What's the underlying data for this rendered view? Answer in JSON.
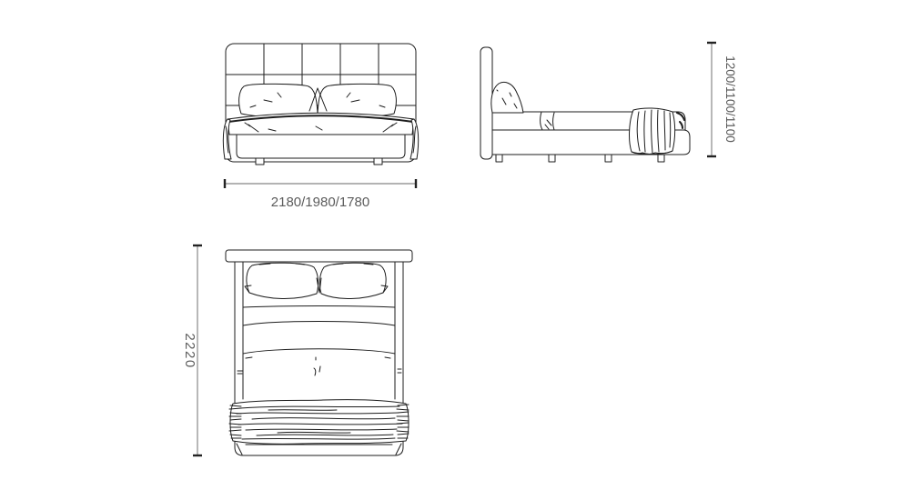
{
  "page": {
    "background": "#ffffff",
    "description": "Bed technical drawing with front, side and top views and overall dimensions"
  },
  "colors": {
    "sketch_line": "#1d1d1d",
    "dimension_line": "#9a9a9a",
    "dimension_tick": "#232323",
    "dimension_text": "#5c5c5c"
  },
  "views": {
    "front": {
      "dimension_label": "2180/1980/1780"
    },
    "side": {
      "dimension_label": "1200/1100/1100"
    },
    "top": {
      "dimension_label": "2220"
    }
  }
}
